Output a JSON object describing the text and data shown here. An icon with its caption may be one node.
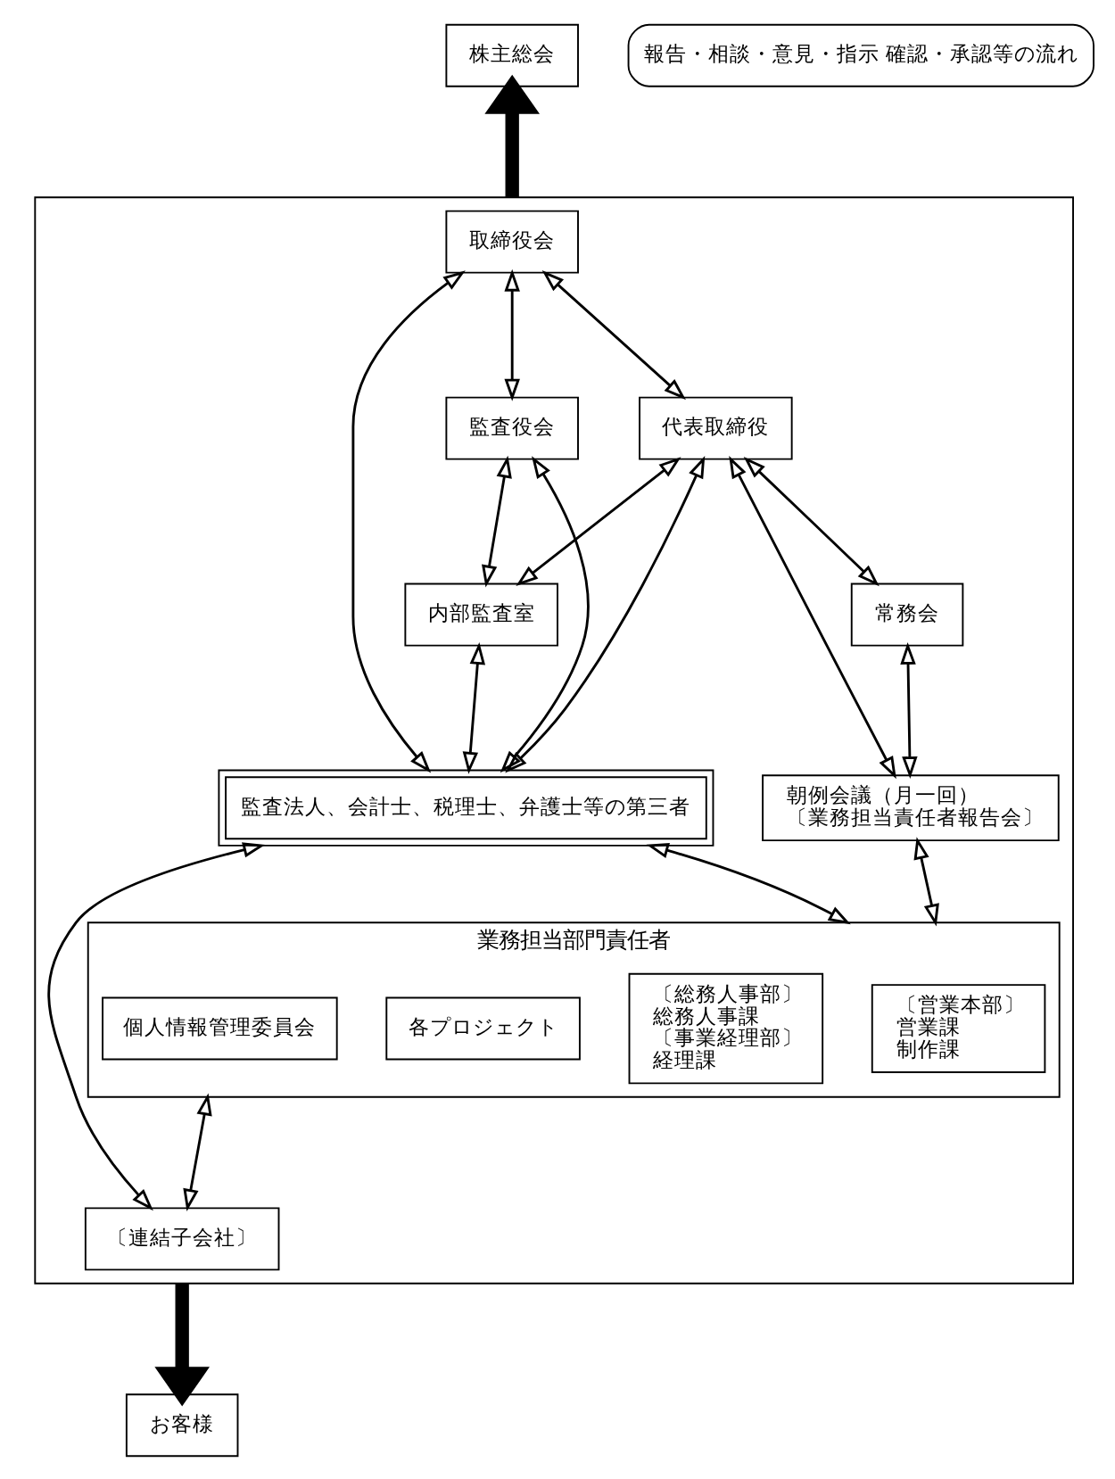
{
  "diagram": {
    "nodes": [
      {
        "text": [
          "株主総会"
        ]
      },
      {
        "text": [],
        "shape": "box"
      },
      {
        "text": [
          "取締役会"
        ],
        "in": 1
      },
      {
        "text": [
          "監査役会"
        ],
        "in": 1
      },
      {
        "text": [
          "代表取締役"
        ],
        "in": 1
      },
      {
        "text": [
          "内部監査室"
        ],
        "in": 1
      },
      {
        "text": [
          "常務会"
        ],
        "in": 1
      },
      {
        "text": [
          "監査法人、会計士、税理士、弁護士等の第三者"
        ],
        "in": 1
      },
      {
        "text": [
          "朝例会議（月一回）",
          "〔業務担当責任者報告会〕"
        ],
        "in": 1
      },
      {
        "text": [
          "業務担当部門責任者"
        ],
        "in": 1
      },
      {
        "text": [
          "〔営業本部〕",
          "営業課",
          "制作課"
        ],
        "in": 9
      },
      {
        "text": [
          "〔総務人事部〕",
          "総務人事課",
          "〔事業経理部〕",
          "経理課"
        ],
        "in": 9
      },
      {
        "text": [
          "各プロジェクト"
        ],
        "in": 9
      },
      {
        "text": [
          "個人情報管理委員会"
        ],
        "in": 9
      },
      {
        "text": [
          "〔連結子会社〕"
        ],
        "in": 1
      },
      {
        "text": [
          "お客様"
        ]
      }
    ],
    "edges": [
      {
        "from": 1,
        "to": 0,
        "arrow": "to",
        "style": "thick"
      },
      {
        "from": 2,
        "to": 3,
        "arrow": "both"
      },
      {
        "from": 2,
        "to": 4,
        "arrow": "both"
      },
      {
        "from": 3,
        "to": 5,
        "arrow": "both"
      },
      {
        "from": 4,
        "to": 5,
        "arrow": "both"
      },
      {
        "from": 2,
        "to": 7,
        "arrow": "both"
      },
      {
        "from": 4,
        "to": 7,
        "arrow": "both"
      },
      {
        "from": 5,
        "to": 7,
        "arrow": "both"
      },
      {
        "from": 3,
        "to": 7,
        "arrow": "both"
      },
      {
        "from": 4,
        "to": 8,
        "arrow": "both"
      },
      {
        "from": 4,
        "to": 6,
        "arrow": "both"
      },
      {
        "from": 6,
        "to": 8,
        "arrow": "both"
      },
      {
        "from": 8,
        "to": 9,
        "arrow": "both"
      },
      {
        "from": 7,
        "to": 9,
        "arrow": "both"
      },
      {
        "from": 7,
        "to": 14,
        "arrow": "both"
      },
      {
        "from": 9,
        "to": 14,
        "arrow": "both"
      },
      {
        "from": 1,
        "to": 15,
        "arrow": "to",
        "style": "thick"
      }
    ],
    "legend": [
      {
        "text": "報告・相談・意見・指示 確認・承認等の流れ"
      }
    ]
  }
}
